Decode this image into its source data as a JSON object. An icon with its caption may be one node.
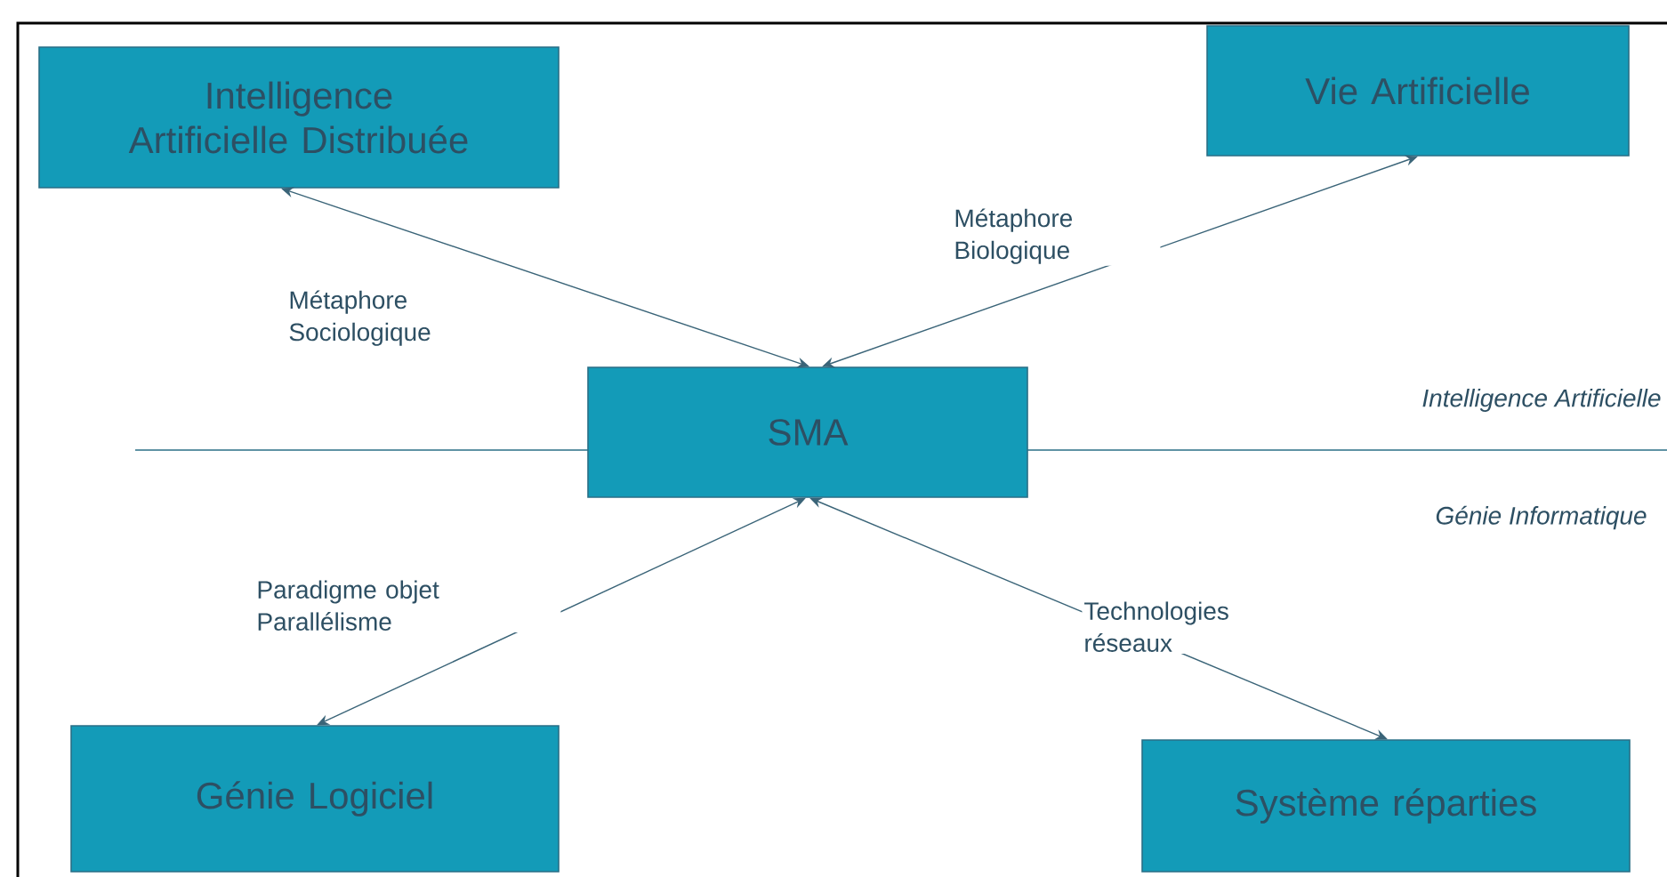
{
  "diagram": {
    "nodes": [
      {
        "text": [
          "Intelligence Artificielle Distribuée"
        ]
      },
      {
        "text": [
          "Vie Artificielle"
        ]
      },
      {
        "text": [
          "SMA"
        ]
      },
      {
        "text": [
          "Génie Logiciel"
        ]
      },
      {
        "text": [
          "Système réparties"
        ]
      }
    ],
    "edges": [
      {
        "from": 0,
        "to": 2,
        "arrow": "both",
        "label": "Métaphore Sociologique"
      },
      {
        "from": 1,
        "to": 2,
        "arrow": "both",
        "label": "Métaphore Biologique"
      },
      {
        "from": 2,
        "to": 3,
        "arrow": "both",
        "label": "Paradigme objet Parallélisme"
      },
      {
        "from": 2,
        "to": 4,
        "arrow": "both",
        "label": "Technologies réseaux"
      }
    ],
    "labels": [
      "Intelligence Artificielle",
      "Génie Informatique"
    ]
  }
}
